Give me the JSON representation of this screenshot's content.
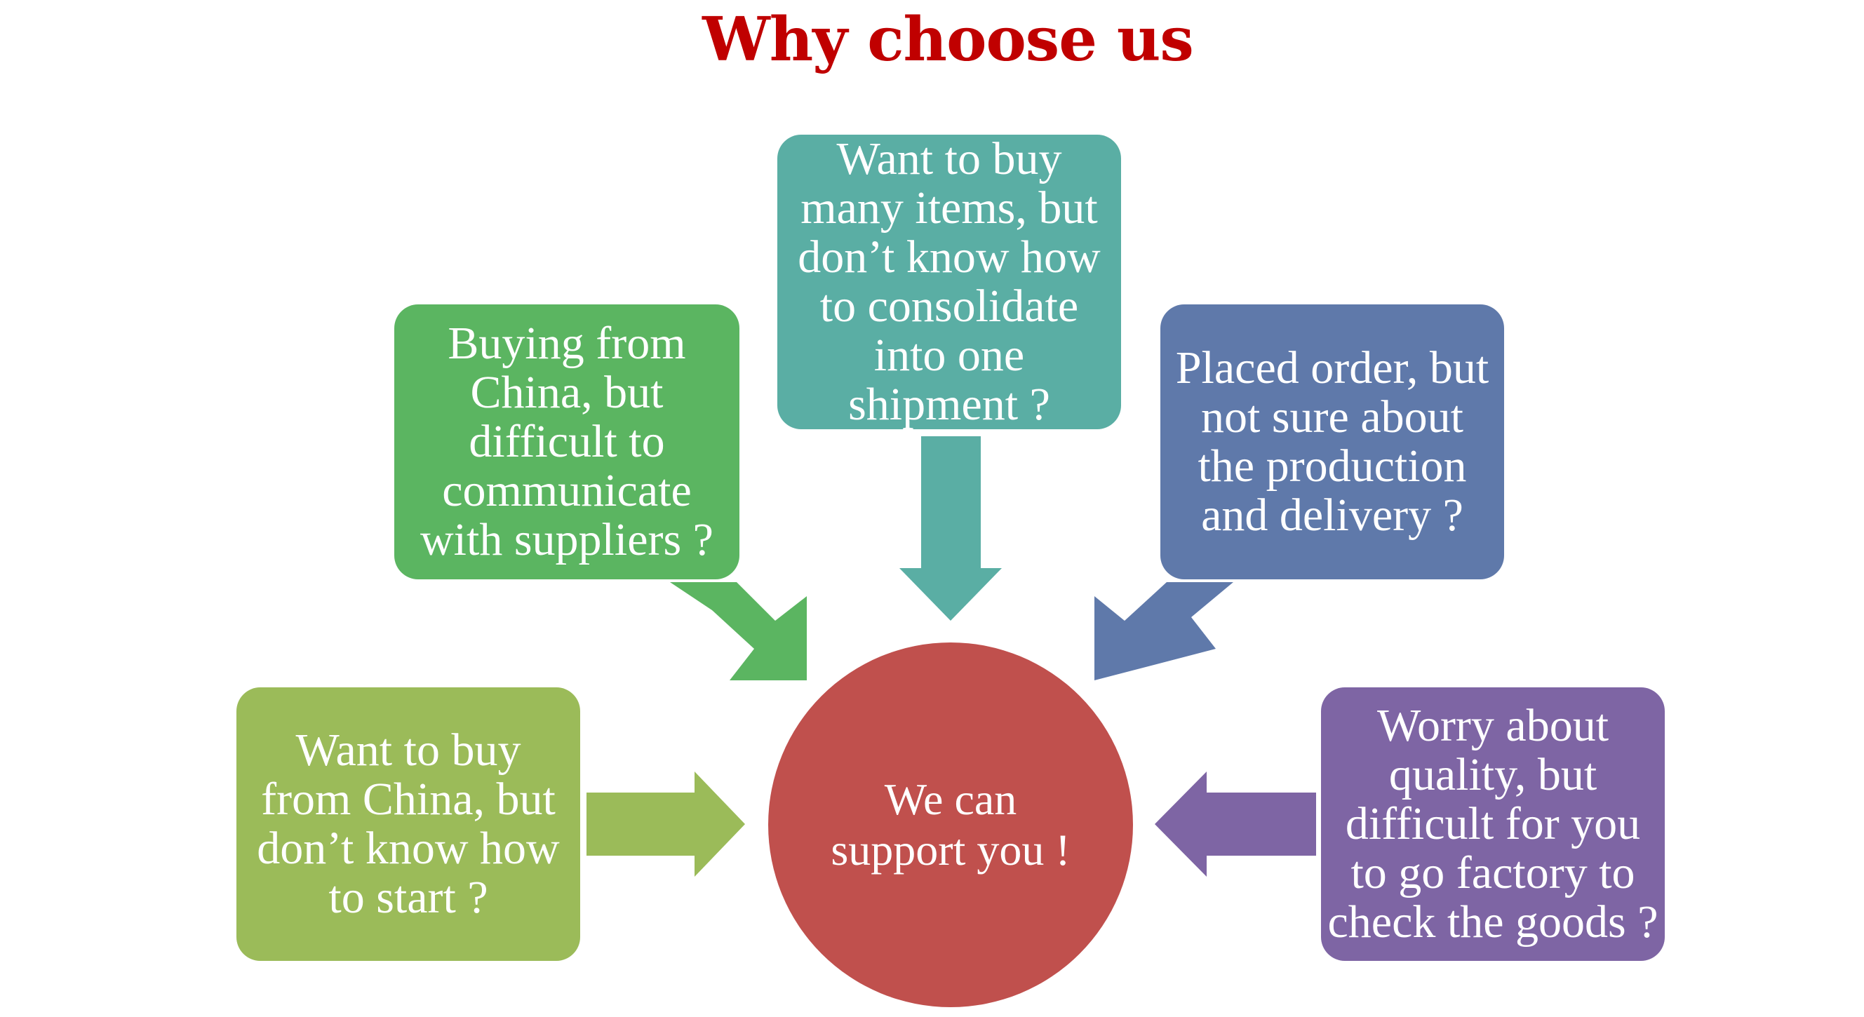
{
  "title": "Why choose us",
  "center": {
    "label": "We can support you !"
  },
  "boxes": {
    "top": {
      "lines": [
        "Want to buy",
        "many items, but",
        "don’t know how",
        "to consolidate",
        "into one",
        "shipment ?"
      ]
    },
    "left_upper": {
      "lines": [
        "Buying from",
        "China, but",
        "difficult to",
        "communicate",
        "with suppliers ?"
      ]
    },
    "right_upper": {
      "lines": [
        "Placed order, but",
        "not sure about",
        "the production",
        "and delivery ?"
      ]
    },
    "left_lower": {
      "lines": [
        "Want to buy",
        "from China, but",
        "don’t know how",
        "to start ?"
      ]
    },
    "right_lower": {
      "lines": [
        "Worry about",
        "quality, but",
        "difficult for you",
        "to go factory to",
        "check the goods ?"
      ]
    }
  },
  "colors": {
    "title": "#c00000",
    "center": "#c0504d",
    "top": "#5aaea4",
    "left_upper": "#5bb561",
    "right_upper": "#5f79aa",
    "left_lower": "#9bbb59",
    "right_lower": "#7e65a4"
  }
}
